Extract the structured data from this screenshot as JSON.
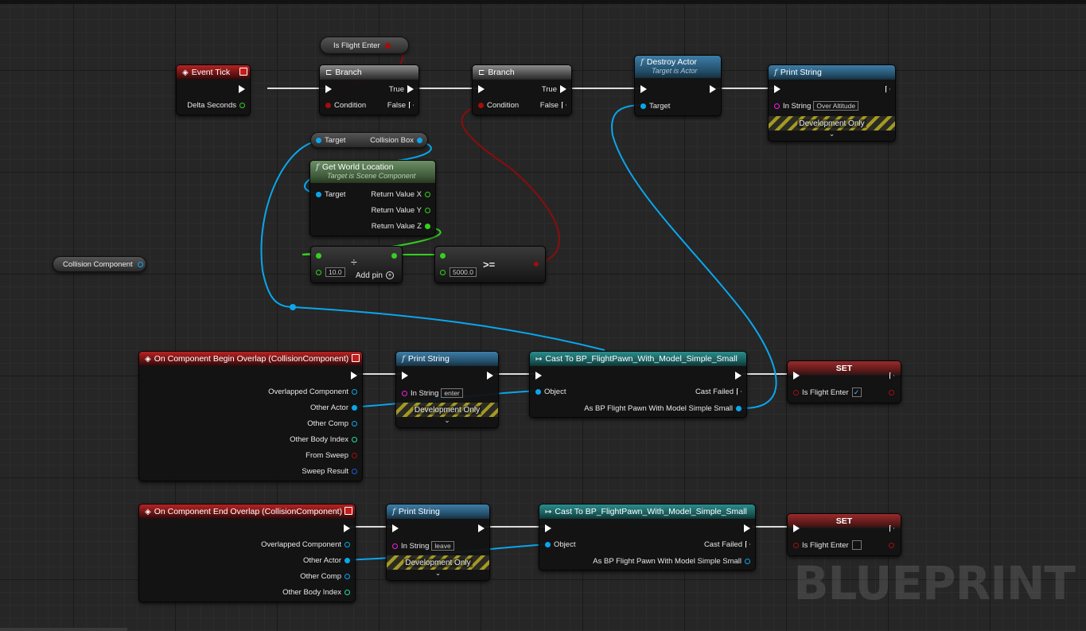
{
  "watermark": "BLUEPRINT",
  "nodes": {
    "is_flight_enter_getter": {
      "label": "Is Flight Enter"
    },
    "event_tick": {
      "title": "Event Tick",
      "output_label": "Delta Seconds"
    },
    "branch1": {
      "title": "Branch",
      "true_label": "True",
      "false_label": "False",
      "condition_label": "Condition"
    },
    "branch2": {
      "title": "Branch",
      "true_label": "True",
      "false_label": "False",
      "condition_label": "Condition"
    },
    "destroy_actor": {
      "title": "Destroy Actor",
      "subtitle": "Target is Actor",
      "target_label": "Target"
    },
    "print_string_altitude": {
      "title": "Print String",
      "in_string_label": "In String",
      "in_string_value": "Over Altitude",
      "dev_label": "Development Only"
    },
    "collision_box_getter": {
      "target_label": "Target",
      "output_label": "Collision Box"
    },
    "get_world_location": {
      "title": "Get World Location",
      "subtitle": "Target is Scene Component",
      "target_label": "Target",
      "out_x": "Return Value X",
      "out_y": "Return Value Y",
      "out_z": "Return Value Z"
    },
    "divide": {
      "symbol": "÷",
      "value": "10.0",
      "add_pin": "Add pin"
    },
    "compare": {
      "symbol": ">=",
      "value": "5000.0"
    },
    "collision_component": {
      "label": "Collision Component"
    },
    "begin_overlap": {
      "title": "On Component Begin Overlap (CollisionComponent)",
      "pins": [
        "Overlapped Component",
        "Other Actor",
        "Other Comp",
        "Other Body Index",
        "From Sweep",
        "Sweep Result"
      ]
    },
    "print_enter": {
      "title": "Print String",
      "in_string_label": "In String",
      "in_string_value": "enter",
      "dev_label": "Development Only"
    },
    "cast_begin": {
      "title": "Cast To BP_FlightPawn_With_Model_Simple_Small",
      "object_label": "Object",
      "failed_label": "Cast Failed",
      "as_label": "As BP Flight Pawn With Model Simple Small"
    },
    "set_begin": {
      "title": "SET",
      "var_label": "Is Flight Enter",
      "checked": "✓"
    },
    "end_overlap": {
      "title": "On Component End Overlap (CollisionComponent)",
      "pins": [
        "Overlapped Component",
        "Other Actor",
        "Other Comp",
        "Other Body Index"
      ]
    },
    "print_leave": {
      "title": "Print String",
      "in_string_label": "In String",
      "in_string_value": "leave",
      "dev_label": "Development Only"
    },
    "cast_end": {
      "title": "Cast To BP_FlightPawn_With_Model_Simple_Small",
      "object_label": "Object",
      "failed_label": "Cast Failed",
      "as_label": "As BP Flight Pawn With Model Simple Small"
    },
    "set_end": {
      "title": "SET",
      "var_label": "Is Flight Enter",
      "checked": ""
    }
  },
  "colors": {
    "exec": "#ffffff",
    "object": "#0aa6ec",
    "float": "#34d11f",
    "bool": "#a50d0d",
    "string": "#f21fdf"
  }
}
